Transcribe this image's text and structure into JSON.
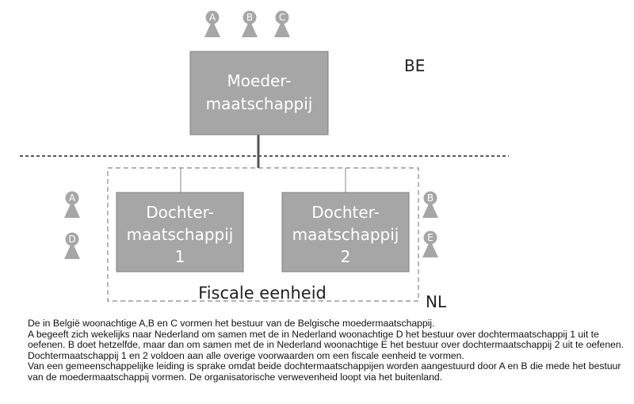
{
  "diagram": {
    "parent_box": {
      "line1": "Moeder-",
      "line2": "maatschappij"
    },
    "subsidiary_1": {
      "line1": "Dochter-",
      "line2": "maatschappij",
      "line3": "1"
    },
    "subsidiary_2": {
      "line1": "Dochter-",
      "line2": "maatschappij",
      "line3": "2"
    },
    "country_top": "BE",
    "country_bottom": "NL",
    "fiscal_unit_label": "Fiscale eenheid",
    "persons_top": [
      "A",
      "B",
      "C"
    ],
    "persons_left": [
      "A",
      "D"
    ],
    "persons_right": [
      "B",
      "E"
    ],
    "colors": {
      "box_fill": "#a6a6a6",
      "box_border": "#7f7f7f",
      "person_fill": "#a6a6a6",
      "line": "#555555",
      "dashed_border": "#888888"
    }
  },
  "caption": [
    "De in België woonachtige A,B en C vormen het bestuur van de Belgische moedermaatschappij.",
    "A begeeft zich wekelijks naar Nederland om samen met de in Nederland woonachtige D het bestuur over dochtermaatschappij 1 uit te oefenen. B doet hetzelfde, maar dan om samen met de in Nederland woonachtige E het bestuur over dochtermaatschappij 2 uit te oefenen.",
    "Dochtermaatschappij 1 en 2 voldoen aan alle overige voorwaarden om een fiscale eenheid te vormen.",
    "Van een gemeenschappelijke leiding is sprake omdat beide dochtermaatschappijen worden aangestuurd door A en B die mede het bestuur van de moedermaatschappij vormen. De organisatorische verwevenheid loopt via het buitenland."
  ]
}
